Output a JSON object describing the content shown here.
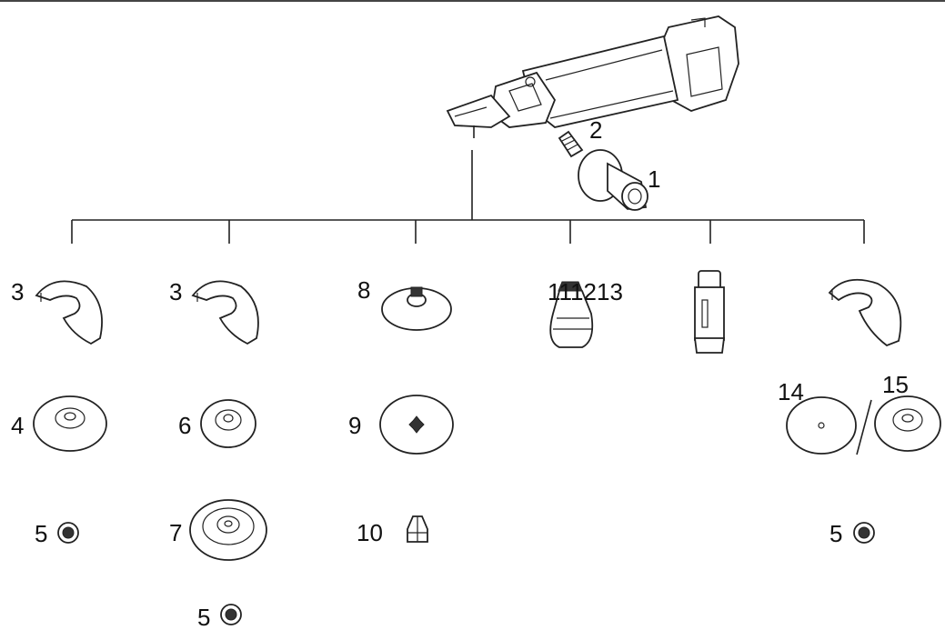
{
  "labels": {
    "l1": "1",
    "l2": "2",
    "l3a": "3",
    "l3b": "3",
    "l4": "4",
    "l5a": "5",
    "l5b": "5",
    "l5c": "5",
    "l6": "6",
    "l7": "7",
    "l8": "8",
    "l9": "9",
    "l10": "10",
    "l111213": "111213",
    "l14": "14",
    "l15": "15"
  },
  "colors": {
    "line": "#222222",
    "background": "#ffffff"
  },
  "icons": {
    "tool": "angle-grinder-icon",
    "handle": "side-handle-icon",
    "guard": "wheel-guard-icon",
    "flange": "flange-icon",
    "nut": "lock-nut-icon",
    "disc": "disc-icon",
    "cup": "cup-brush-icon",
    "bit": "core-bit-icon"
  }
}
